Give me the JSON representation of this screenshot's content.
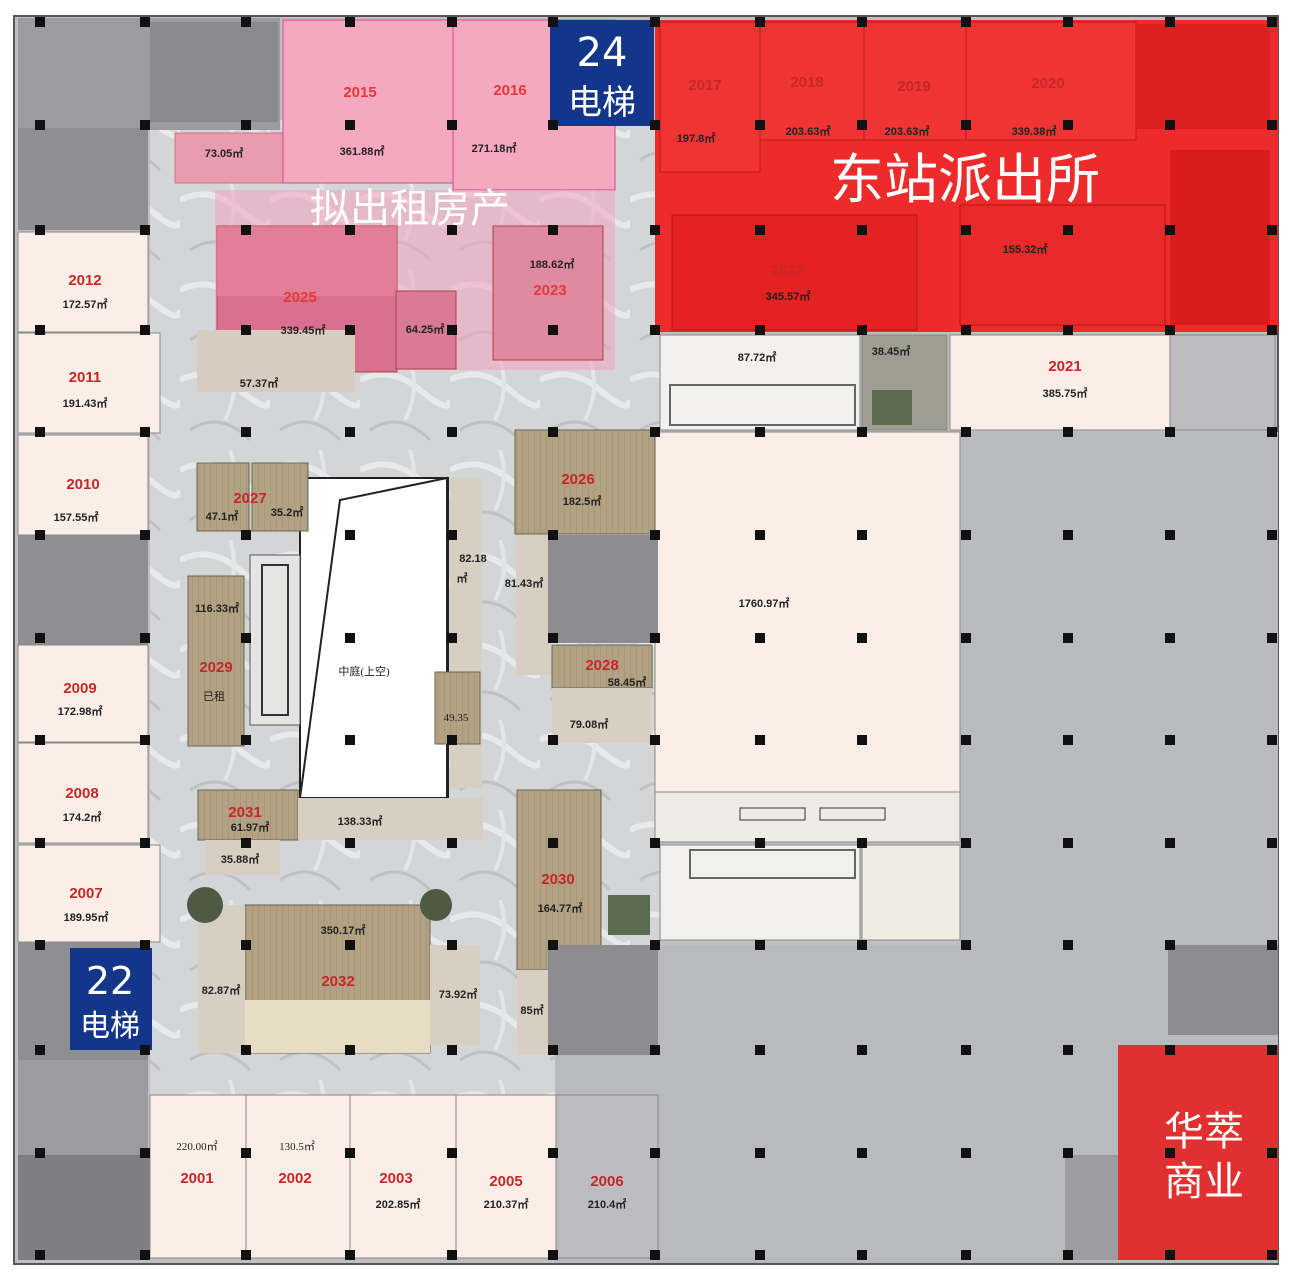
{
  "elevators": {
    "e24": {
      "number": "24",
      "label": "电梯"
    },
    "e22": {
      "number": "22",
      "label": "电梯"
    }
  },
  "zones": {
    "police": "东站派出所",
    "rent": "拟出租房产",
    "huacui": [
      "华萃",
      "商业"
    ]
  },
  "atrium": "中庭(上空)",
  "rented": "已租",
  "units": {
    "u2001": {
      "id": "2001",
      "area": "220.00㎡"
    },
    "u2002": {
      "id": "2002",
      "area": "130.5㎡"
    },
    "u2003": {
      "id": "2003",
      "area": "202.85㎡"
    },
    "u2005": {
      "id": "2005",
      "area": "210.37㎡"
    },
    "u2006": {
      "id": "2006",
      "area": "210.4㎡"
    },
    "u2007": {
      "id": "2007",
      "area": "189.95㎡"
    },
    "u2008": {
      "id": "2008",
      "area": "174.2㎡"
    },
    "u2009": {
      "id": "2009",
      "area": "172.98㎡"
    },
    "u2010": {
      "id": "2010",
      "area": "157.55㎡"
    },
    "u2011": {
      "id": "2011",
      "area": "191.43㎡"
    },
    "u2012": {
      "id": "2012",
      "area": "172.57㎡"
    },
    "u2015": {
      "id": "2015",
      "area": "361.88㎡"
    },
    "u2016": {
      "id": "2016",
      "area": "271.18㎡"
    },
    "u2017": {
      "id": "2017",
      "area": "197.8㎡"
    },
    "u2018": {
      "id": "2018",
      "area": "203.63㎡"
    },
    "u2019": {
      "id": "2019",
      "area": "203.63㎡"
    },
    "u2020": {
      "id": "2020",
      "area": "339.38㎡"
    },
    "u2021": {
      "id": "2021",
      "area": "385.75㎡"
    },
    "u2022": {
      "id": "2022",
      "area": "345.57㎡"
    },
    "u2023": {
      "id": "2023",
      "area": "188.62㎡"
    },
    "u2025": {
      "id": "2025",
      "area": "339.45㎡"
    },
    "u2026": {
      "id": "2026",
      "area": "182.5㎡"
    },
    "u2027": {
      "id": "2027",
      "area_a": "47.1㎡",
      "area_b": "35.2㎡"
    },
    "u2028": {
      "id": "2028",
      "area": "58.45㎡"
    },
    "u2029": {
      "id": "2029",
      "area": "116.33㎡"
    },
    "u2030": {
      "id": "2030",
      "area": "164.77㎡"
    },
    "u2031": {
      "id": "2031",
      "area": "61.97㎡"
    },
    "u2032": {
      "id": "2032",
      "area": "350.17㎡"
    }
  },
  "other_areas": {
    "a7305": "73.05㎡",
    "a6425": "64.25㎡",
    "a5737": "57.37㎡",
    "a15532": "155.32㎡",
    "a8772": "87.72㎡",
    "a3845": "38.45㎡",
    "a8218": "82.18",
    "a8218u": "㎡",
    "a8143": "81.43㎡",
    "a7908": "79.08㎡",
    "a4935": "49.35",
    "a13833": "138.33㎡",
    "a3588": "35.88㎡",
    "a8287": "82.87㎡",
    "a7392": "73.92㎡",
    "a85": "85㎡",
    "a176097": "1760.97㎡"
  }
}
